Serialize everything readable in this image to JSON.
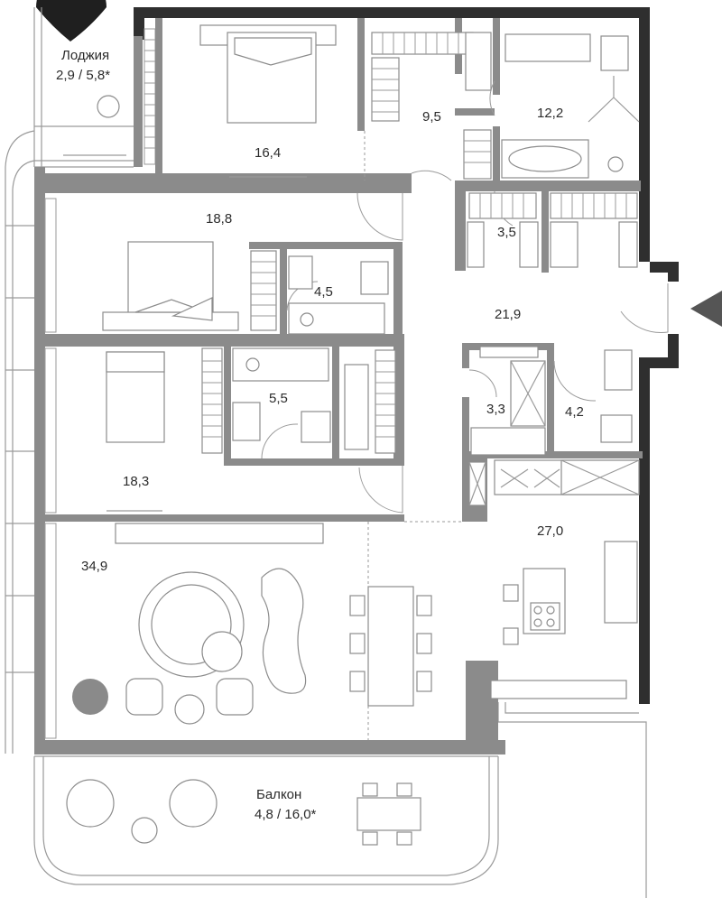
{
  "rooms": {
    "loggia": {
      "name": "Лоджия",
      "area": "2,9 / 5,8*"
    },
    "bedroom_top": {
      "area": "16,4"
    },
    "wardrobe_top": {
      "area": "9,5"
    },
    "bath_master": {
      "area": "12,2"
    },
    "bedroom_mid": {
      "area": "18,8"
    },
    "bath_mid": {
      "area": "4,5"
    },
    "storage_a": {
      "area": "3,5"
    },
    "hall": {
      "area": "21,9"
    },
    "bath_low": {
      "area": "5,5"
    },
    "storage_b": {
      "area": "3,3"
    },
    "wc": {
      "area": "4,2"
    },
    "bedroom_low": {
      "area": "18,3"
    },
    "kitchen": {
      "area": "27,0"
    },
    "living": {
      "area": "34,9"
    },
    "balcony": {
      "name": "Балкон",
      "area": "4,8 / 16,0*"
    }
  },
  "colors": {
    "wall": "#8b8b8b",
    "exterior_wall": "#2f2f2f",
    "entry_arrow": "#555555"
  },
  "icons": [
    "entrance-arrow-icon",
    "bed-icon",
    "bathtub-icon",
    "sink-icon",
    "toilet-icon",
    "stove-icon",
    "armchair-icon",
    "round-table-icon",
    "dining-table-icon",
    "plant-icon"
  ]
}
